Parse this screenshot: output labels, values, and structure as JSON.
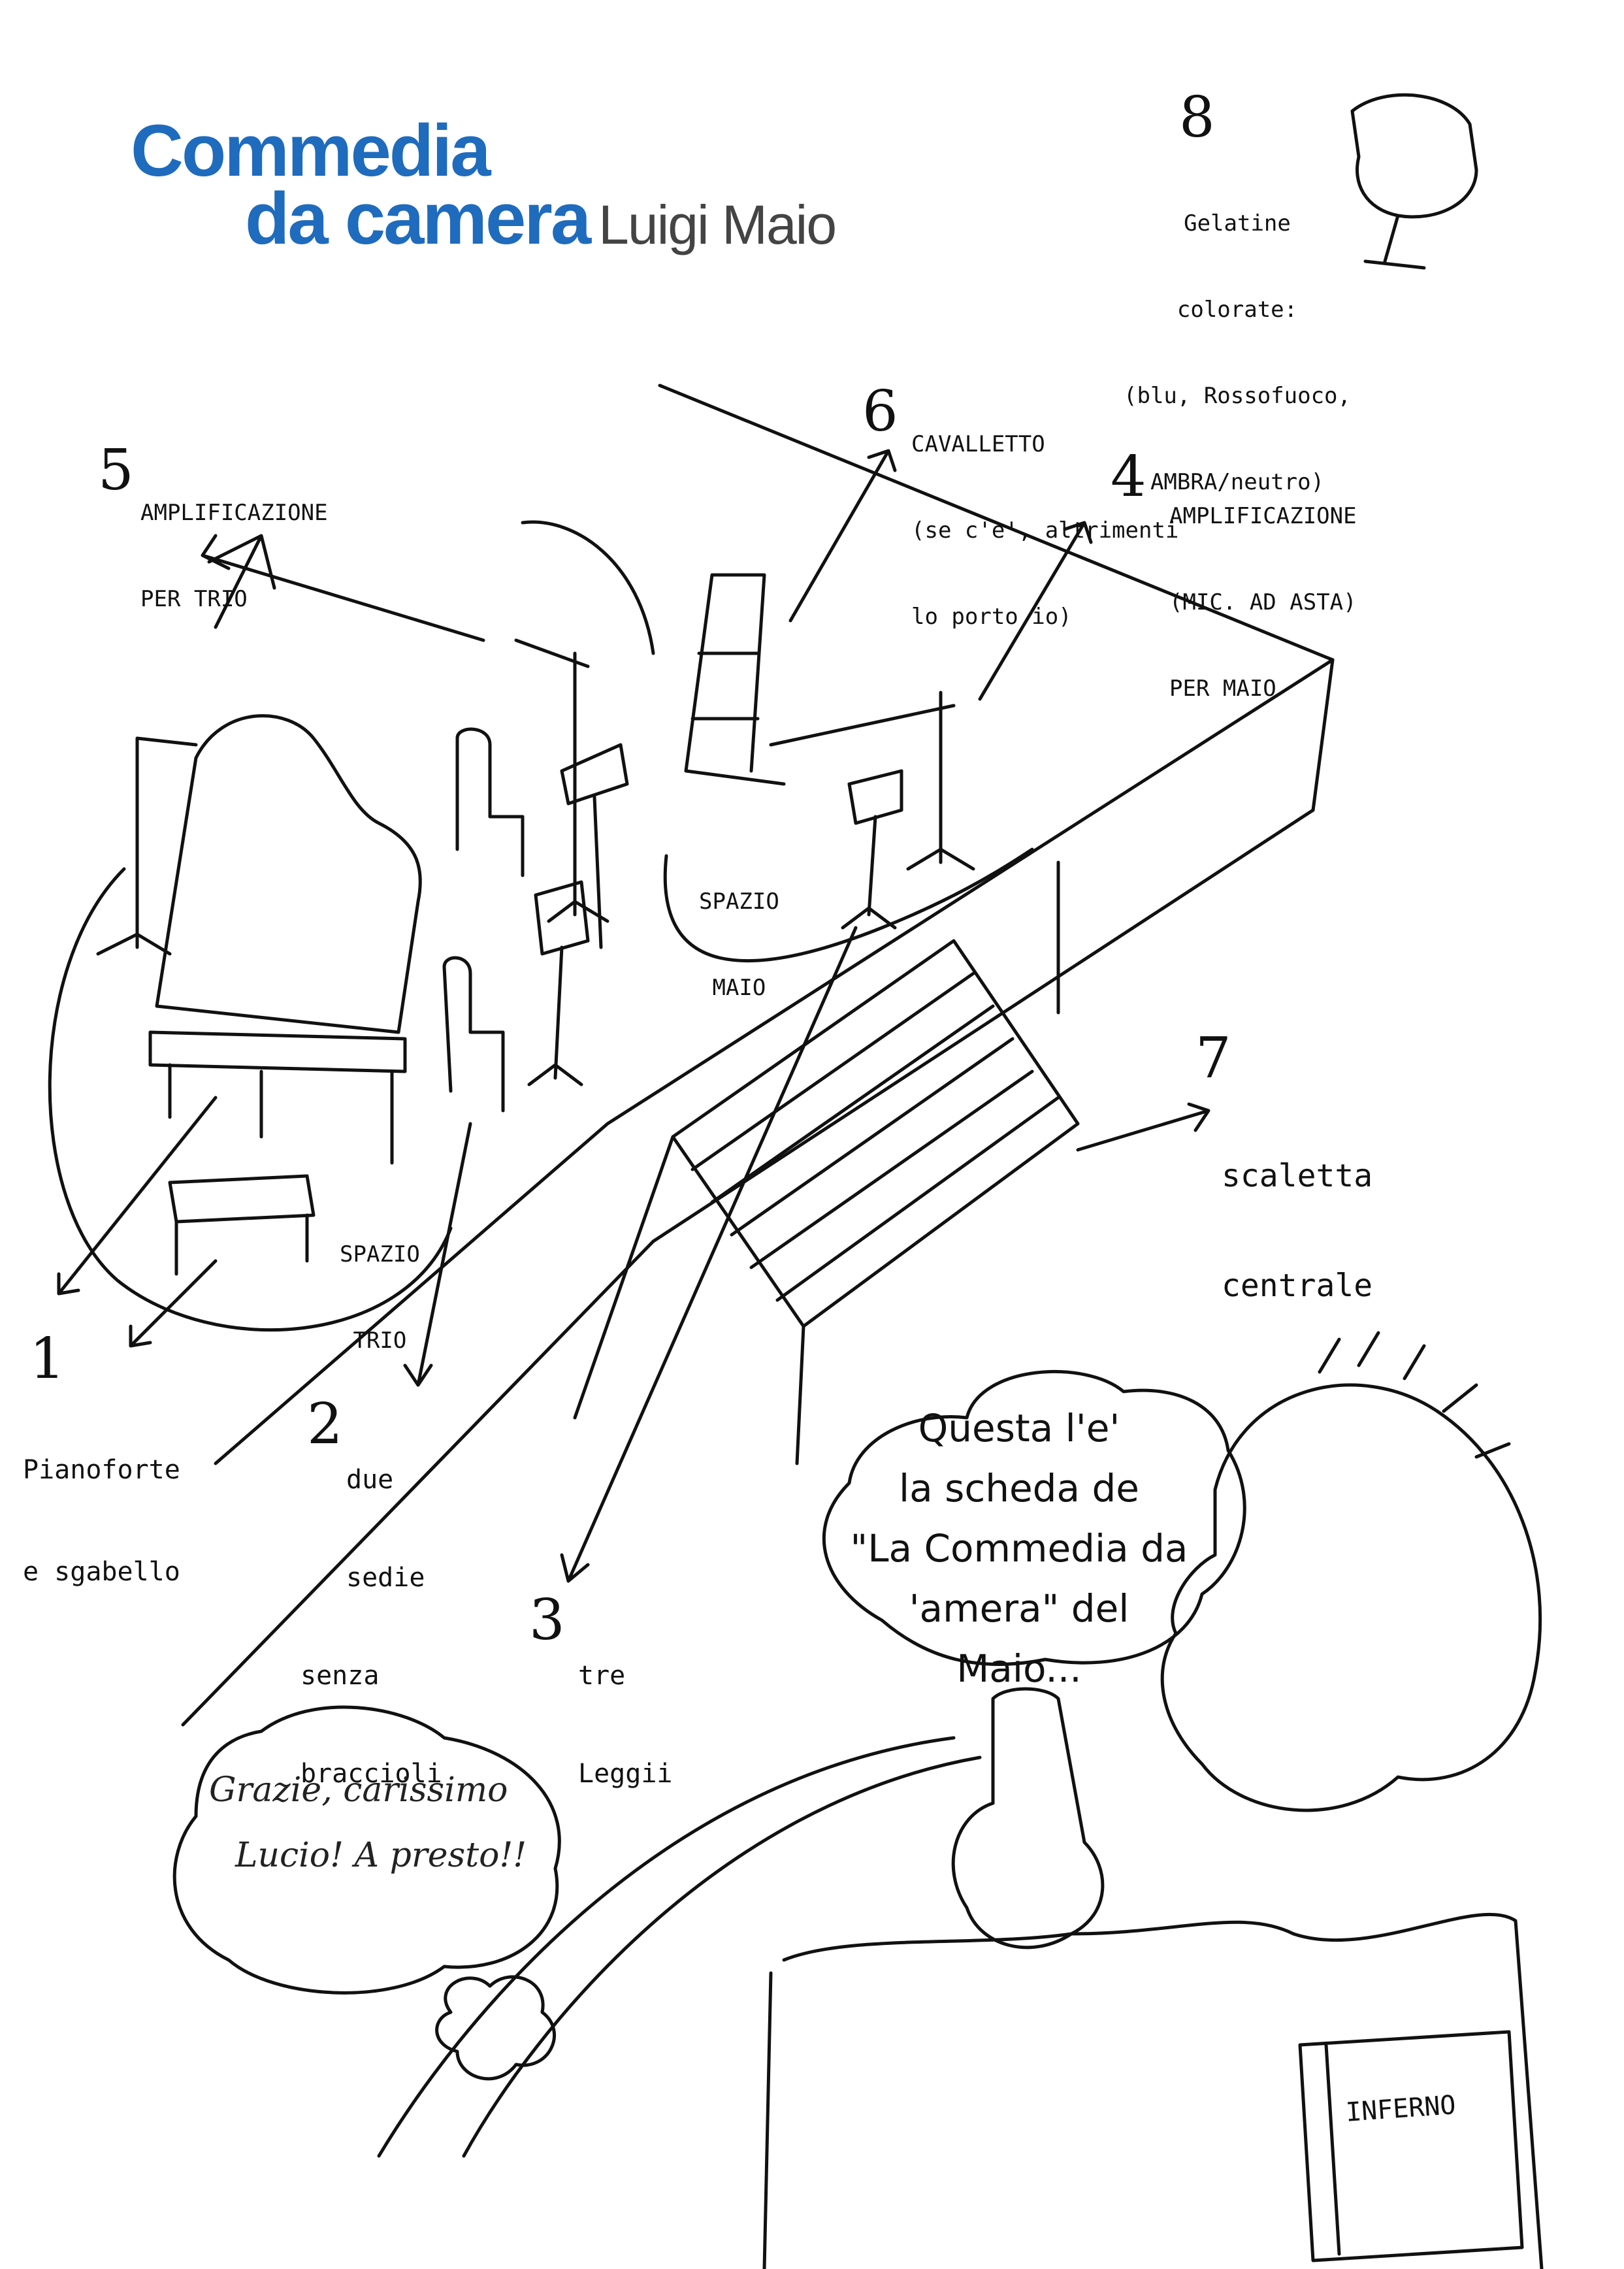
{
  "title": {
    "line1": "Commedia",
    "line2": "da camera",
    "author": "Luigi Maio"
  },
  "labels": {
    "item1": {
      "number": "1",
      "lines": [
        "Pianoforte",
        "e sgabello"
      ]
    },
    "item2": {
      "number": "2",
      "lines": [
        "due",
        "sedie",
        "senza",
        "braccioli"
      ]
    },
    "item3": {
      "number": "3",
      "lines": [
        "tre",
        "Leggii"
      ]
    },
    "item4": {
      "number": "4",
      "lines": [
        "AMPLIFICAZIONE",
        "(MIC. AD ASTA)",
        "PER MAIO"
      ]
    },
    "item5": {
      "number": "5",
      "lines": [
        "AMPLIFICAZIONE",
        "PER TRIO"
      ]
    },
    "item6": {
      "number": "6",
      "lines": [
        "CAVALLETTO",
        "(se c'e', altrimenti",
        "lo porto io)"
      ]
    },
    "item7": {
      "number": "7",
      "lines": [
        "scaletta",
        "centrale"
      ]
    },
    "item8": {
      "number": "8",
      "lines": [
        "Gelatine",
        "colorate:",
        "(blu, Rossofuoco,",
        "AMBRA/neutro)"
      ]
    }
  },
  "zones": {
    "trio": [
      "SPAZIO",
      "TRIO"
    ],
    "maio": [
      "SPAZIO",
      "MAIO"
    ]
  },
  "speech": {
    "lines": [
      "Questa l'e'",
      "la scheda de",
      "\"La Commedia da",
      "'amera\" del",
      "Maio..."
    ]
  },
  "thanks": {
    "lines": [
      "Grazie, carissimo",
      "Lucio! A presto!!"
    ]
  },
  "book": {
    "label": "INFERNO"
  }
}
